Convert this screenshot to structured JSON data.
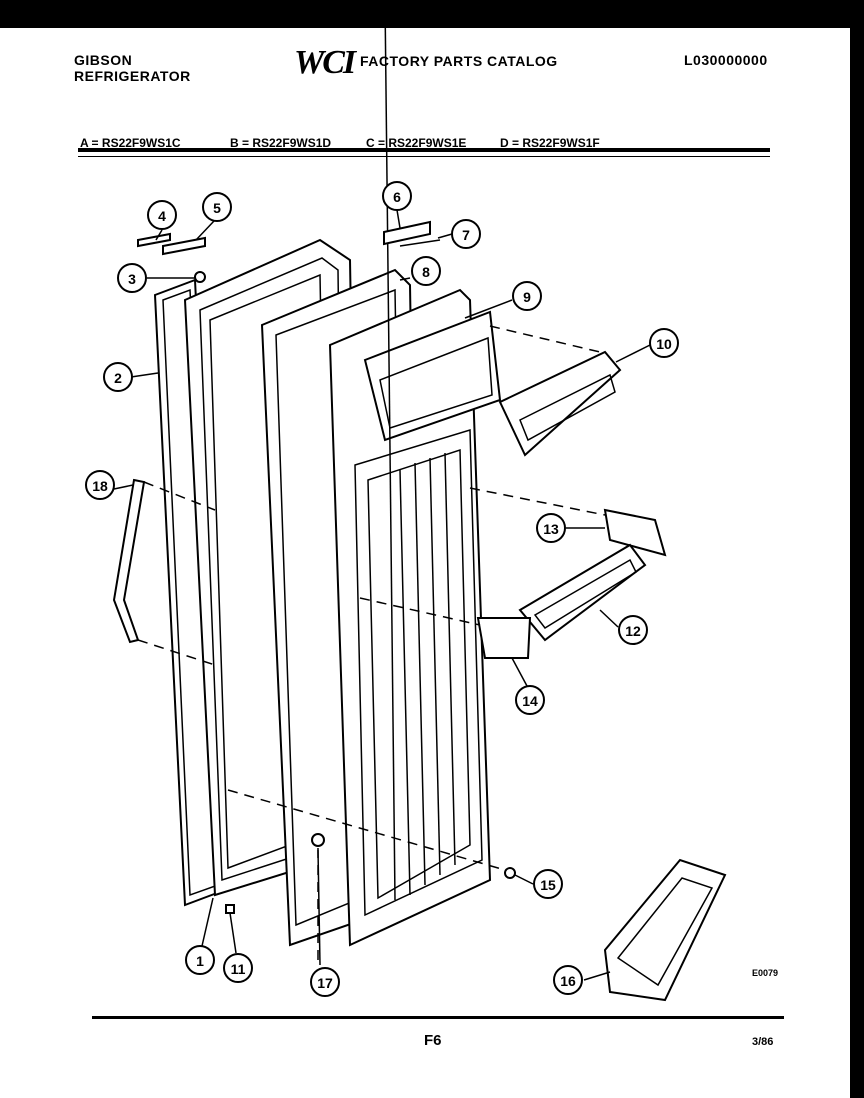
{
  "header": {
    "brand_line1": "GIBSON",
    "brand_line2": "REFRIGERATOR",
    "logo": "WCI",
    "catalog_title": "FACTORY PARTS CATALOG",
    "catalog_id": "L030000000"
  },
  "models": [
    "A = RS22F9WS1C",
    "B = RS22F9WS1D",
    "C = RS22F9WS1E",
    "D = RS22F9WS1F"
  ],
  "callouts": [
    "1",
    "2",
    "3",
    "4",
    "5",
    "6",
    "7",
    "8",
    "9",
    "10",
    "11",
    "12",
    "13",
    "14",
    "15",
    "16",
    "17",
    "18"
  ],
  "footer": {
    "page": "F6",
    "date": "3/86",
    "drawing_code": "E0079"
  }
}
